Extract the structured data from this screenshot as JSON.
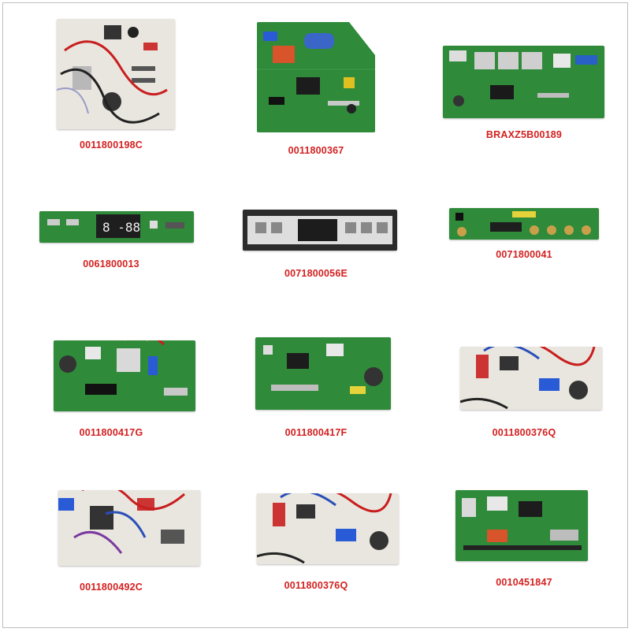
{
  "theme": {
    "label_color": "#d42020",
    "green_pcb": "#2f8a3a",
    "dark_green_pcb": "#1f6b2c",
    "white_pcb": "#e9e6df",
    "black_pcb": "#2b2b2b"
  },
  "products": [
    {
      "code": "0011800198C",
      "board": "white-pcb-with-wires"
    },
    {
      "code": "0011800367",
      "board": "green-pcb-angled"
    },
    {
      "code": "BRAXZ5B00189",
      "board": "green-pcb-relays"
    },
    {
      "code": "0061800013",
      "board": "green-display-strip"
    },
    {
      "code": "0071800056E",
      "board": "black-display-panel"
    },
    {
      "code": "0071800041",
      "board": "green-display-strip-buttons"
    },
    {
      "code": "0011800417G",
      "board": "green-pcb-with-wires"
    },
    {
      "code": "0011800417F",
      "board": "green-pcb-with-wires"
    },
    {
      "code": "0011800376Q",
      "board": "white-pcb-with-wires"
    },
    {
      "code": "0011800492C",
      "board": "white-pcb-with-wires"
    },
    {
      "code": "0011800376Q",
      "board": "white-pcb-with-wires"
    },
    {
      "code": "0010451847",
      "board": "green-pcb"
    }
  ]
}
